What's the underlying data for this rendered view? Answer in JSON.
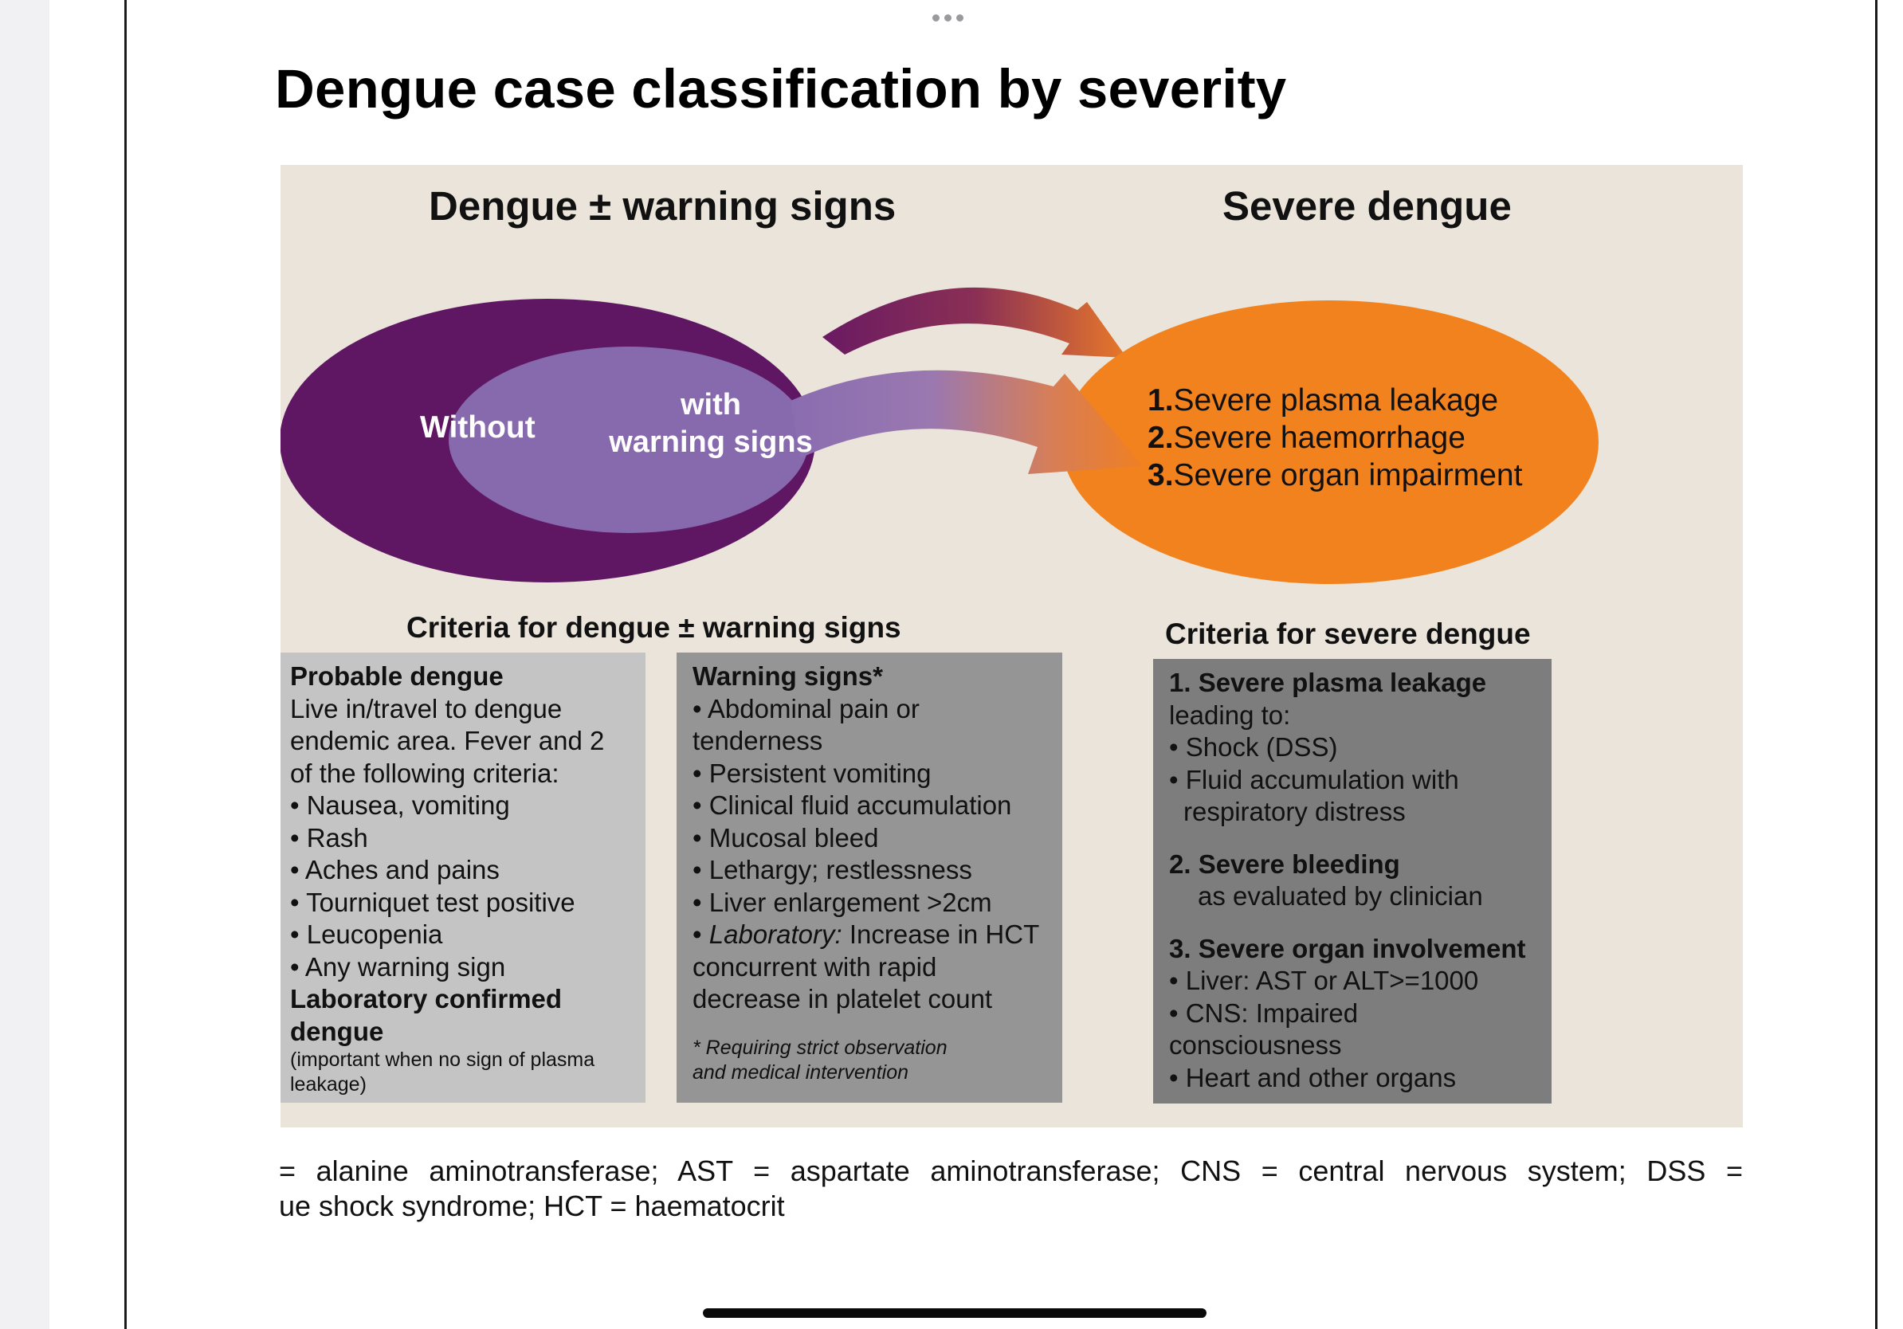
{
  "slide": {
    "title": "Dengue case classification by severity"
  },
  "figure": {
    "heading_left": "Dengue ± warning signs",
    "heading_right": "Severe dengue",
    "ellipse_outer_label": "Without",
    "ellipse_inner_label_line1": "with",
    "ellipse_inner_label_line2": "warning signs",
    "severe_items": [
      {
        "num": "1.",
        "text": "Severe plasma leakage"
      },
      {
        "num": "2.",
        "text": "Severe haemorrhage"
      },
      {
        "num": "3.",
        "text": "Severe organ impairment"
      }
    ],
    "criteria_left_heading": "Criteria for dengue ± warning signs",
    "criteria_right_heading": "Criteria for severe dengue",
    "probable": {
      "title": "Probable dengue",
      "intro": [
        "Live in/travel to dengue",
        "endemic area. Fever and 2",
        "of the following criteria:"
      ],
      "bullets": [
        "• Nausea, vomiting",
        "• Rash",
        "• Aches and pains",
        "• Tourniquet test positive",
        "• Leucopenia",
        "• Any warning sign"
      ],
      "lab_title_line1": "Laboratory confirmed",
      "lab_title_line2": "dengue",
      "lab_note_line1": "(important when no sign of plasma",
      "lab_note_line2": "leakage)"
    },
    "warning": {
      "title": "Warning signs*",
      "lines": [
        "• Abdominal pain or",
        "tenderness",
        "• Persistent vomiting",
        "• Clinical fluid accumulation",
        "• Mucosal bleed",
        "• Lethargy; restlessness",
        "• Liver enlargement >2cm"
      ],
      "lab_prefix": "• ",
      "lab_italic": "Laboratory:",
      "lab_rest": " Increase in HCT",
      "lab_cont": [
        "concurrent with rapid",
        "decrease in platelet count"
      ],
      "footnote_line1": "* Requiring strict observation",
      "footnote_line2": "and medical intervention"
    },
    "severe": {
      "s1_title": "1. Severe plasma leakage",
      "s1_lines": [
        "leading to:",
        "• Shock (DSS)",
        "• Fluid accumulation with"
      ],
      "s1_cont": "respiratory distress",
      "s2_title": "2. Severe bleeding",
      "s2_line": "as evaluated by clinician",
      "s3_title": "3. Severe organ involvement",
      "s3_lines": [
        "• Liver: AST or ALT>=1000",
        "• CNS: Impaired",
        "consciousness",
        "• Heart and other organs"
      ]
    },
    "colors": {
      "background": "#eae4da",
      "purple_dark": "#5f1763",
      "purple_light": "#8769ad",
      "orange": "#f2821d"
    }
  },
  "abbreviations": {
    "line1": "= alanine aminotransferase; AST = aspartate aminotransferase; CNS = central nervous system; DSS =",
    "line2": "ue shock syndrome; HCT = haematocrit"
  }
}
